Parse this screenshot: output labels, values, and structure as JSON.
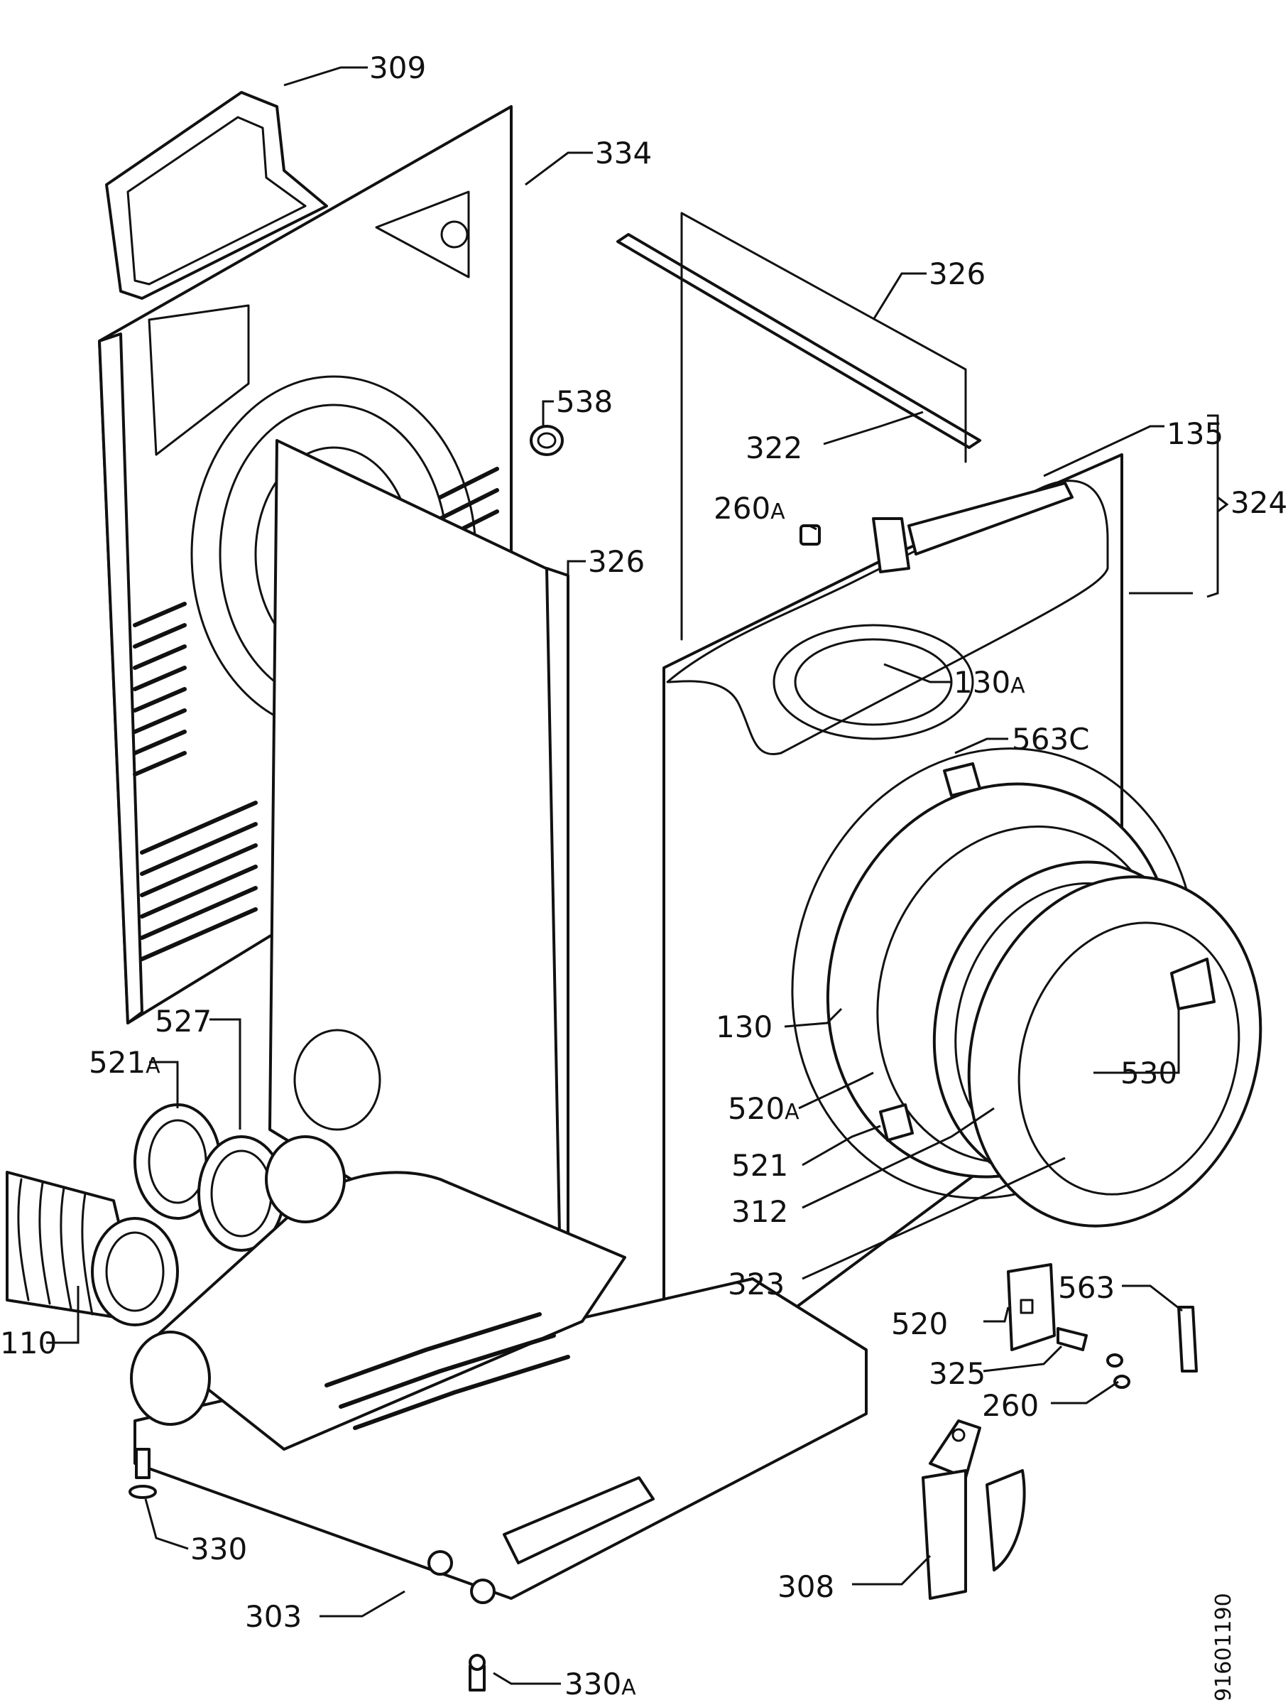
{
  "drawing_code": "91601190",
  "labels": {
    "l309": "309",
    "l334": "334",
    "l326a": "326",
    "l326b": "326",
    "l538": "538",
    "l322": "322",
    "l260a": "260",
    "l260a_suffix": "A",
    "l135": "135",
    "l324": "324",
    "l130a": "130",
    "l130a_suffix": "A",
    "l563c": "563C",
    "l130": "130",
    "l520a": "520",
    "l520a_suffix": "A",
    "l530": "530",
    "l521": "521",
    "l312": "312",
    "l323": "323",
    "l527": "527",
    "l521a": "521",
    "l521a_suffix": "A",
    "l110": "110",
    "l520": "520",
    "l563": "563",
    "l325": "325",
    "l260": "260",
    "l330": "330",
    "l303": "303",
    "l308": "308",
    "l330a": "330",
    "l330a_suffix": "A"
  }
}
